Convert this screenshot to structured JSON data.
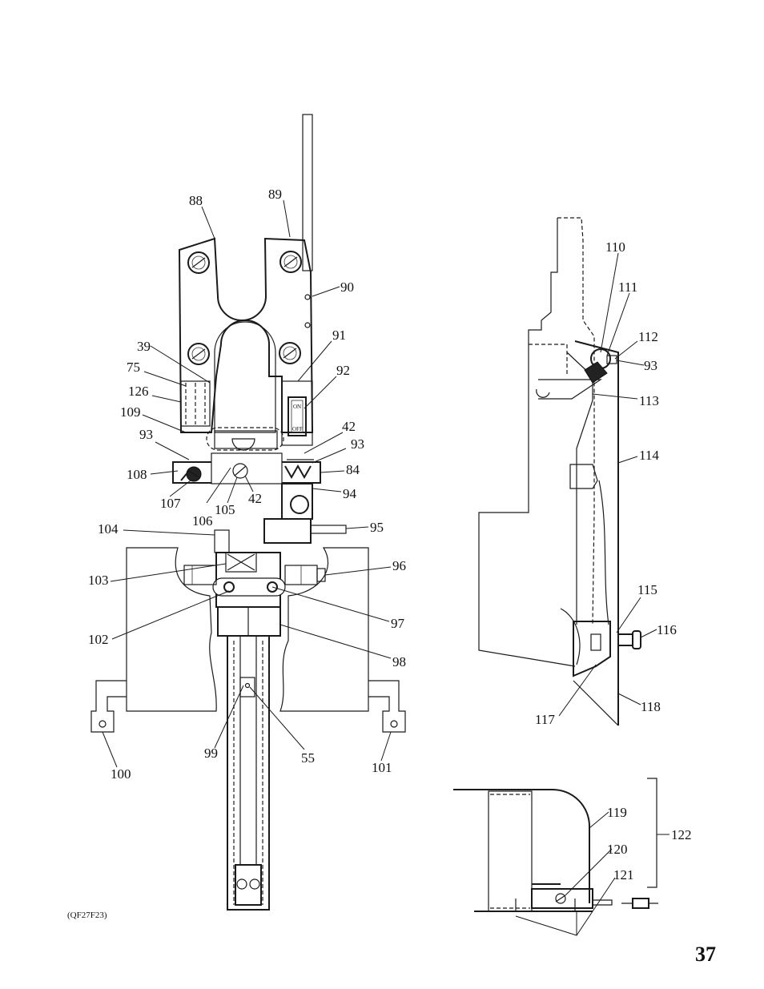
{
  "labels": {
    "l88": "88",
    "l89": "89",
    "l90": "90",
    "l91": "91",
    "l92": "92",
    "l39": "39",
    "l75": "75",
    "l126": "126",
    "l109": "109",
    "l93a": "93",
    "l42a": "42",
    "l93b": "93",
    "l108": "108",
    "l84": "84",
    "l107": "107",
    "l106": "106",
    "l105": "105",
    "l42b": "42",
    "l94": "94",
    "l104": "104",
    "l95": "95",
    "l96": "96",
    "l103": "103",
    "l97": "97",
    "l102": "102",
    "l98": "98",
    "l100": "100",
    "l99": "99",
    "l55": "55",
    "l101": "101",
    "l110": "110",
    "l111": "111",
    "l112": "112",
    "l93c": "93",
    "l113": "113",
    "l114": "114",
    "l115": "115",
    "l116": "116",
    "l117": "117",
    "l118": "118",
    "l119": "119",
    "l120": "120",
    "l121": "121",
    "l122": "122"
  },
  "switch": {
    "on": "ON",
    "off": "OFF"
  },
  "figure_code": "(QF27F23)",
  "page_number": "37"
}
